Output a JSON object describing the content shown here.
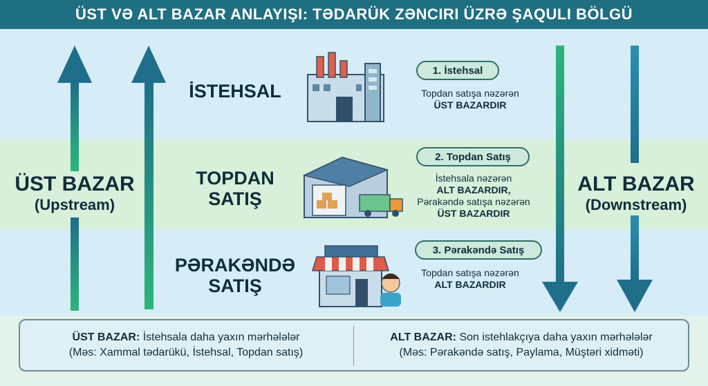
{
  "title": "ÜST VƏ ALT BAZAR ANLAYIŞI: TƏDARÜK ZƏNCIRI ÜZRƏ ŞAQULI BÖLGÜ",
  "left_side": {
    "title": "ÜST BAZAR",
    "subtitle": "(Upstream)"
  },
  "right_side": {
    "title": "ALT BAZAR",
    "subtitle": "(Downstream)"
  },
  "stages": [
    {
      "label_line1": "İSTEHSAL",
      "label_line2": "",
      "pill": "1. İstehsal",
      "desc": [
        "Topdan satışa nəzərən",
        "ÜST BAZARDIR"
      ],
      "icon": "factory-icon"
    },
    {
      "label_line1": "TOPDAN",
      "label_line2": "SATIŞ",
      "pill": "2. Topdan Satış",
      "desc": [
        "İstehsala nəzərən",
        "ALT BAZARDIR,",
        "Pərakəndə satışa nəzərən",
        "ÜST BAZARDIR"
      ],
      "icon": "warehouse-icon"
    },
    {
      "label_line1": "PƏRAKƏNDƏ",
      "label_line2": "SATIŞ",
      "pill": "3. Pərakəndə Satış",
      "desc": [
        "Topdan satışa nəzərən",
        "ALT BAZARDIR"
      ],
      "icon": "store-icon"
    }
  ],
  "footer": {
    "left_bold": "ÜST BAZAR:",
    "left_text": "İstehsala daha yaxın mərhələlər",
    "left_example": "(Məs: Xammal tədarükü, İstehsal, Topdan satış)",
    "right_bold": "ALT BAZAR:",
    "right_text": "Son istehlakçıya daha yaxın mərhələlər",
    "right_example": "(Məs: Pərakəndə satış, Paylama, Müştəri xidməti)"
  },
  "colors": {
    "header": "#1f6f83",
    "arrow_dark": "#1f6f8a",
    "arrow_green": "#2a9a7a"
  }
}
